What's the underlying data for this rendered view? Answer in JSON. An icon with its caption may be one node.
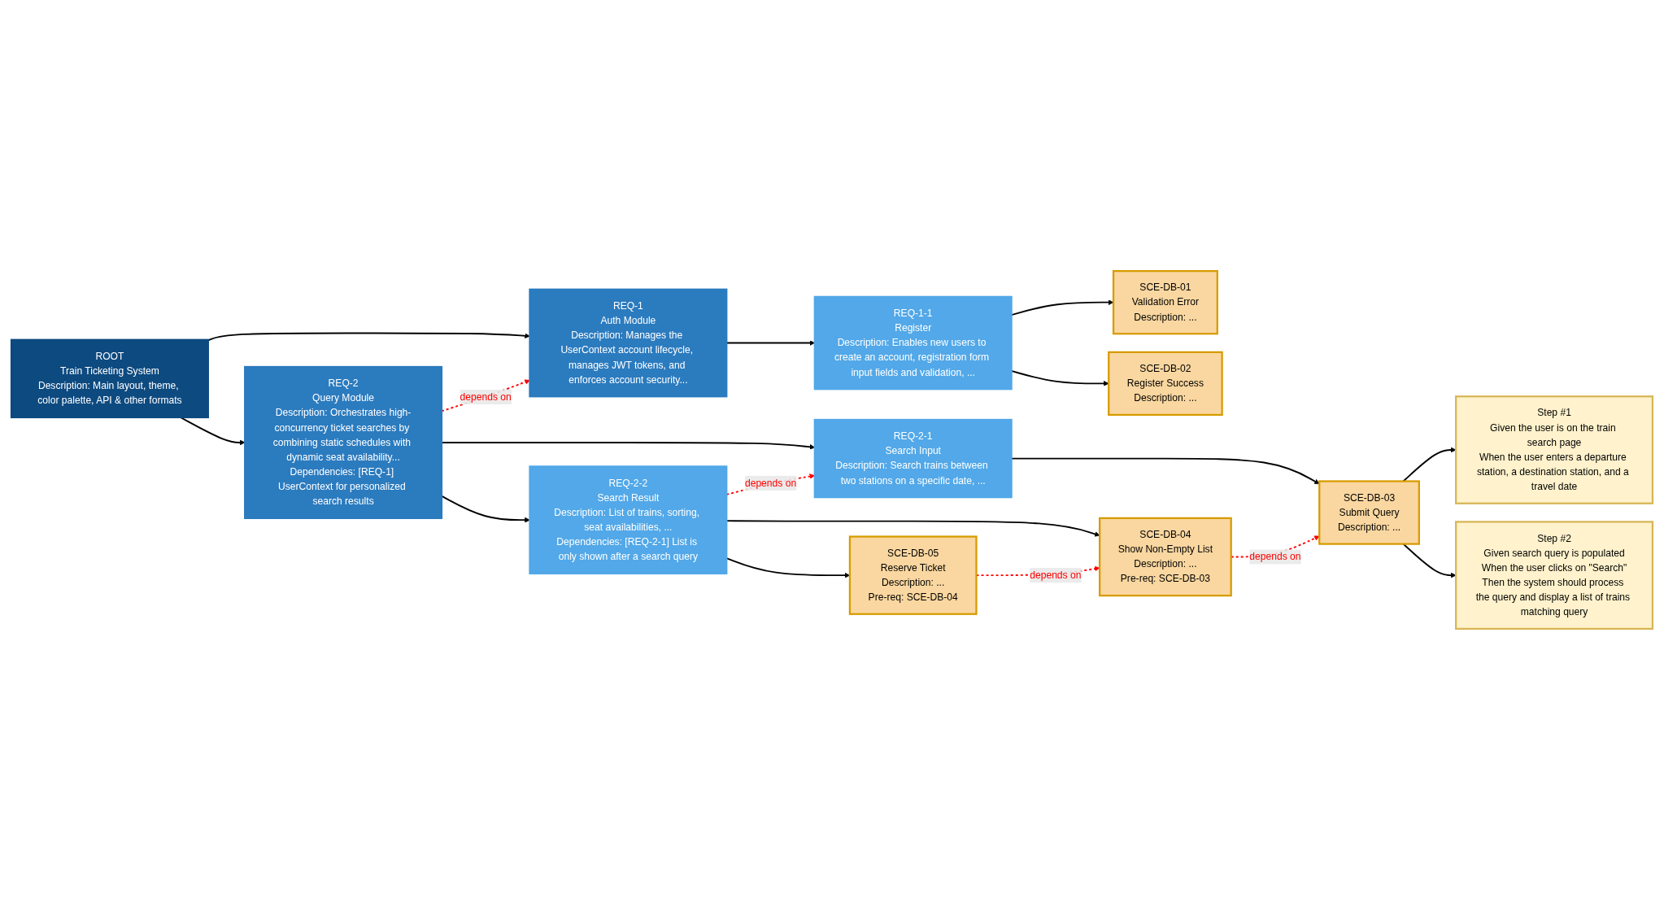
{
  "diagram": {
    "nodes": [
      {
        "text": [
          "ROOT",
          "Train Ticketing System",
          "Description: Main layout, theme, color palette, API & other formats"
        ]
      },
      {
        "text": [
          "REQ-1",
          "Auth Module",
          "Description: Manages the UserContext account lifecycle, manages JWT tokens, and enforces account security..."
        ]
      },
      {
        "text": [
          "REQ-1-1",
          "Register",
          "Description: Enables new users to create an account, registration form input fields and validation, ..."
        ]
      },
      {
        "text": [
          "SCE-DB-01",
          "Validation Error",
          "Description: ..."
        ]
      },
      {
        "text": [
          "SCE-DB-02",
          "Register Success",
          "Description: ..."
        ]
      },
      {
        "text": [
          "REQ-2",
          "Query Module",
          "Description: Orchestrates high-concurrency ticket searches by combining static schedules with dynamic seat availability...",
          "Dependencies: [REQ-1] UserContext for personalized search results"
        ]
      },
      {
        "text": [
          "REQ-2-1",
          "Search Input",
          "Description: Search trains between two stations on a specific date, ..."
        ]
      },
      {
        "text": [
          "REQ-2-2",
          "Search Result",
          "Description: List of trains, sorting, seat availabilities, ...",
          "Dependencies: [REQ-2-1] List is only shown after a search query"
        ]
      },
      {
        "text": [
          "SCE-DB-03",
          "Submit Query",
          "Description: ..."
        ]
      },
      {
        "text": [
          "SCE-DB-04",
          "Show Non-Empty List",
          "Description: ...",
          "Pre-req: SCE-DB-03"
        ]
      },
      {
        "text": [
          "SCE-DB-05",
          "Reserve Ticket",
          "Description: ...",
          "Pre-req: SCE-DB-04"
        ]
      },
      {
        "text": [
          "Step #1",
          "Given the user is on the train search page",
          "When the user enters a departure station, a destination station, and a travel date"
        ]
      },
      {
        "text": [
          "Step #2",
          "Given search query is populated",
          "When the user clicks on \"Search\"",
          "Then the system should process the query and display a list of trains matching query"
        ]
      }
    ],
    "edges": [
      {
        "from": 0,
        "to": 1,
        "arrow": "to"
      },
      {
        "from": 0,
        "to": 5,
        "arrow": "to"
      },
      {
        "from": 1,
        "to": 2,
        "arrow": "to"
      },
      {
        "from": 2,
        "to": 3,
        "arrow": "to"
      },
      {
        "from": 2,
        "to": 4,
        "arrow": "to"
      },
      {
        "from": 5,
        "to": 1,
        "arrow": "to",
        "label": "depends on",
        "style": "dashed",
        "color": "#ff0000"
      },
      {
        "from": 5,
        "to": 6,
        "arrow": "to"
      },
      {
        "from": 5,
        "to": 7,
        "arrow": "to"
      },
      {
        "from": 6,
        "to": 8,
        "arrow": "to"
      },
      {
        "from": 7,
        "to": 6,
        "arrow": "to",
        "label": "depends on",
        "style": "dashed",
        "color": "#ff0000"
      },
      {
        "from": 7,
        "to": 9,
        "arrow": "to"
      },
      {
        "from": 7,
        "to": 10,
        "arrow": "to"
      },
      {
        "from": 9,
        "to": 8,
        "arrow": "to",
        "label": "depends on",
        "style": "dashed",
        "color": "#ff0000"
      },
      {
        "from": 10,
        "to": 9,
        "arrow": "to",
        "label": "depends on",
        "style": "dashed",
        "color": "#ff0000"
      },
      {
        "from": 8,
        "to": 11,
        "arrow": "to"
      },
      {
        "from": 8,
        "to": 12,
        "arrow": "to"
      }
    ]
  }
}
